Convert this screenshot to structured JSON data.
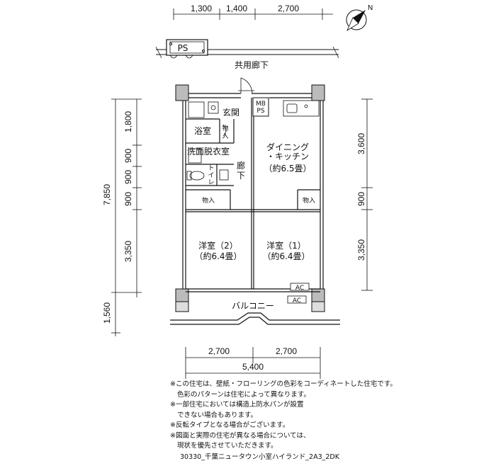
{
  "top_dims": [
    "1,300",
    "1,400",
    "2,700"
  ],
  "left_dims": [
    "1,800",
    "900",
    "900",
    "900",
    "3,350",
    "1,560"
  ],
  "left_total": "7,850",
  "right_dims": [
    "3,600",
    "900",
    "3,350"
  ],
  "bottom_dims": [
    "2,700",
    "2,700"
  ],
  "bottom_total": "5,400",
  "compass_label": "N",
  "labels": {
    "ps": "PS",
    "corridor": "共用廊下",
    "mbps_1": "MB",
    "mbps_2": "PS",
    "entrance": "玄関",
    "bath": "浴室",
    "storage_small_1": "物",
    "storage_small_2": "入",
    "washroom": "洗面脱衣室",
    "toilet_1": "ト",
    "toilet_2": "イ",
    "toilet_3": "レ",
    "hall_1": "廊",
    "hall_2": "下",
    "storage_left": "物入",
    "storage_right": "物入",
    "dining_1": "ダイニング",
    "dining_2": "・キッチン",
    "dining_3": "（約6.5畳）",
    "west_1": "洋室（2）",
    "west_2": "（約6.4畳）",
    "east_1": "洋室（1）",
    "east_2": "（約6.4畳）",
    "ac_1": "AC",
    "ac_2": "AC",
    "balcony": "バルコニー"
  },
  "notes": [
    "※この住宅は、壁紙・フローリングの色彩をコーディネートした住宅です。",
    "色彩のパターンは住宅によって異なります。",
    "※一部住宅においては構造上防水パンが設置",
    "できない場合もあります。",
    "※反転タイプとなる場合がございます。",
    "※図面と実際の住宅が異なる場合については、",
    "現状を優先させていただきます。"
  ],
  "caption": "30330_千葉ニュータウン小室ハイランド_2A3_2DK"
}
